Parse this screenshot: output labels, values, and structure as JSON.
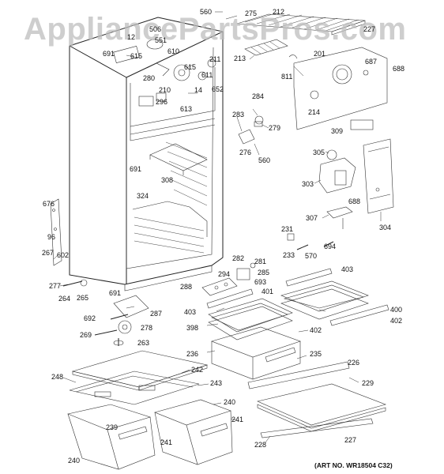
{
  "watermark": "AppliancePartsPros.com",
  "art_number": "(ART NO. WR18504 C32)",
  "labels": {
    "l560a": "560",
    "l275": "275",
    "l212": "212",
    "l227a": "227",
    "l506": "506",
    "l12": "12",
    "l551": "551",
    "l691a": "691",
    "l615a": "615",
    "l610": "610",
    "l211": "211",
    "l615b": "615",
    "l611": "611",
    "l280": "280",
    "l652": "652",
    "l14": "14",
    "l210": "210",
    "l296": "296",
    "l613": "613",
    "l213": "213",
    "l811": "811",
    "l201": "201",
    "l687": "687",
    "l688a": "688",
    "l284": "284",
    "l283": "283",
    "l279": "279",
    "l214": "214",
    "l309": "309",
    "l276": "276",
    "l560b": "560",
    "l305": "305",
    "l691b": "691",
    "l308": "308",
    "l324": "324",
    "l303": "303",
    "l688b": "688",
    "l304": "304",
    "l676": "676",
    "l96": "96",
    "l267": "267",
    "l602": "602",
    "l307": "307",
    "l231": "231",
    "l694": "694",
    "l233": "233",
    "l570": "570",
    "l282": "282",
    "l281": "281",
    "l285": "285",
    "l693": "693",
    "l294": "294",
    "l277": "277",
    "l264": "264",
    "l265": "265",
    "l691c": "691",
    "l288": "288",
    "l403a": "403",
    "l287": "287",
    "l401": "401",
    "l692": "692",
    "l278": "278",
    "l403b": "403",
    "l400": "400",
    "l269": "269",
    "l263": "263",
    "l398": "398",
    "l402a": "402",
    "l402b": "402",
    "l236": "236",
    "l235": "235",
    "l242": "242",
    "l248": "248",
    "l243": "243",
    "l226": "226",
    "l229": "229",
    "l240a": "240",
    "l239": "239",
    "l241a": "241",
    "l241b": "241",
    "l240b": "240",
    "l228": "228",
    "l227b": "227"
  }
}
